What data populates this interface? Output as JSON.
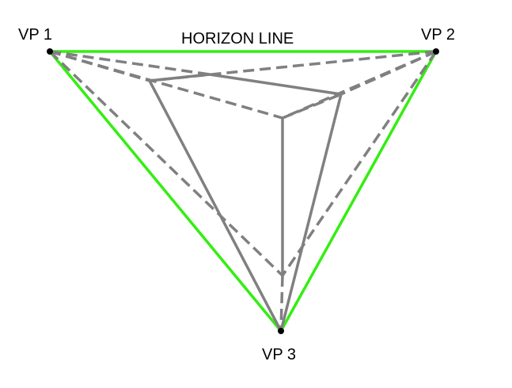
{
  "labels": {
    "vp1": "VP 1",
    "vp2": "VP 2",
    "vp3": "VP 3",
    "horizon": "HORIZON LINE"
  },
  "colors": {
    "background": "#ffffff",
    "horizon_and_frame": "#33ee11",
    "construction_lines": "#808080",
    "vanishing_points": "#000000",
    "text": "#000000"
  }
}
